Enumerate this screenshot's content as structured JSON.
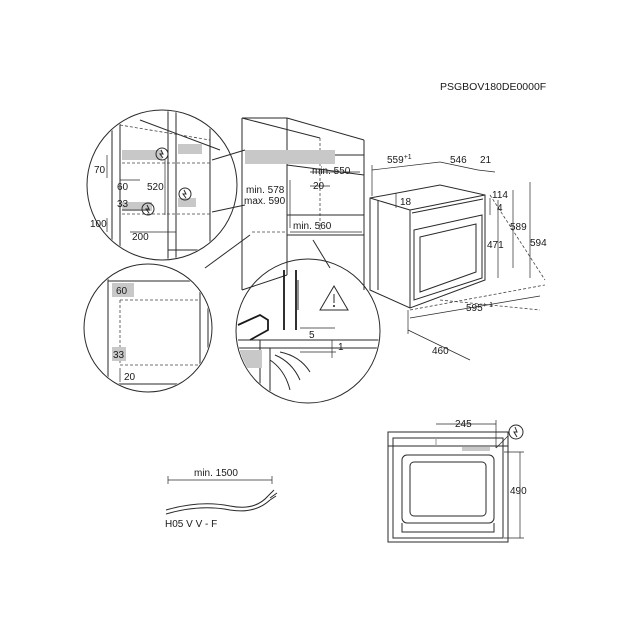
{
  "diagram": {
    "product_code": "PSGBOV180DE0000F",
    "niche": {
      "min_550": "min. 550",
      "dim_20": "20",
      "min_578": "min. 578",
      "max_590": "max. 590",
      "min_560": "min. 560"
    },
    "detail_top": {
      "d70": "70",
      "d60": "60",
      "d520": "520",
      "d33": "33",
      "d100": "100",
      "d200": "200"
    },
    "detail_left": {
      "d60": "60",
      "d33": "33",
      "d20": "20"
    },
    "detail_section": {
      "d5": "5",
      "d1": "1"
    },
    "oven": {
      "d559": "559",
      "d559_tol": "+1",
      "d546": "546",
      "d21": "21",
      "d18": "18",
      "d114": "114",
      "d4": "4",
      "d589": "589",
      "d594": "594",
      "d471": "471",
      "d595": "595",
      "d595_tol": "+-1",
      "d460": "460"
    },
    "cable": {
      "length": "min. 1500",
      "type": "H05 V V - F"
    },
    "front_view": {
      "d245": "245",
      "d490": "490"
    },
    "icons": [
      "power-plug-icon",
      "warning-triangle-icon"
    ]
  }
}
